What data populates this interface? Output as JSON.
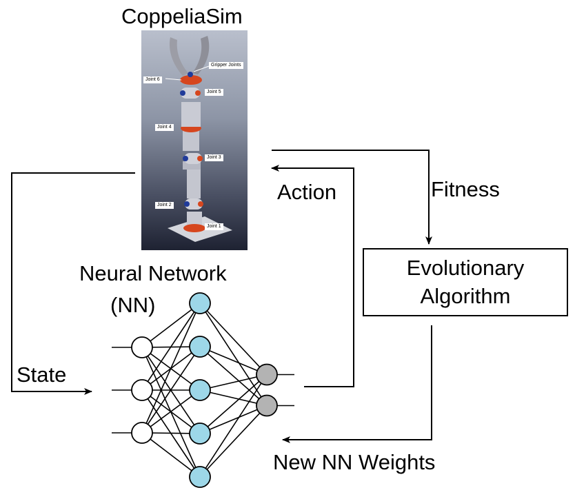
{
  "simulator": {
    "title": "CoppeliaSim",
    "joint_labels": {
      "gripper": "Gripper Joints",
      "j6": "Joint 6",
      "j5": "Joint 5",
      "j4": "Joint 4",
      "j3": "Joint 3",
      "j2": "Joint 2",
      "j1": "Joint 1"
    }
  },
  "network": {
    "title_line1": "Neural Network",
    "title_line2": "(NN)",
    "layers": [
      3,
      5,
      2
    ],
    "input_color": "#ffffff",
    "hidden_color": "#9dd7e8",
    "output_color": "#b3b3b3"
  },
  "evolutionary_algorithm": {
    "line1": "Evolutionary",
    "line2": "Algorithm"
  },
  "flows": {
    "action": "Action",
    "fitness": "Fitness",
    "state": "State",
    "new_weights": "New NN Weights"
  }
}
